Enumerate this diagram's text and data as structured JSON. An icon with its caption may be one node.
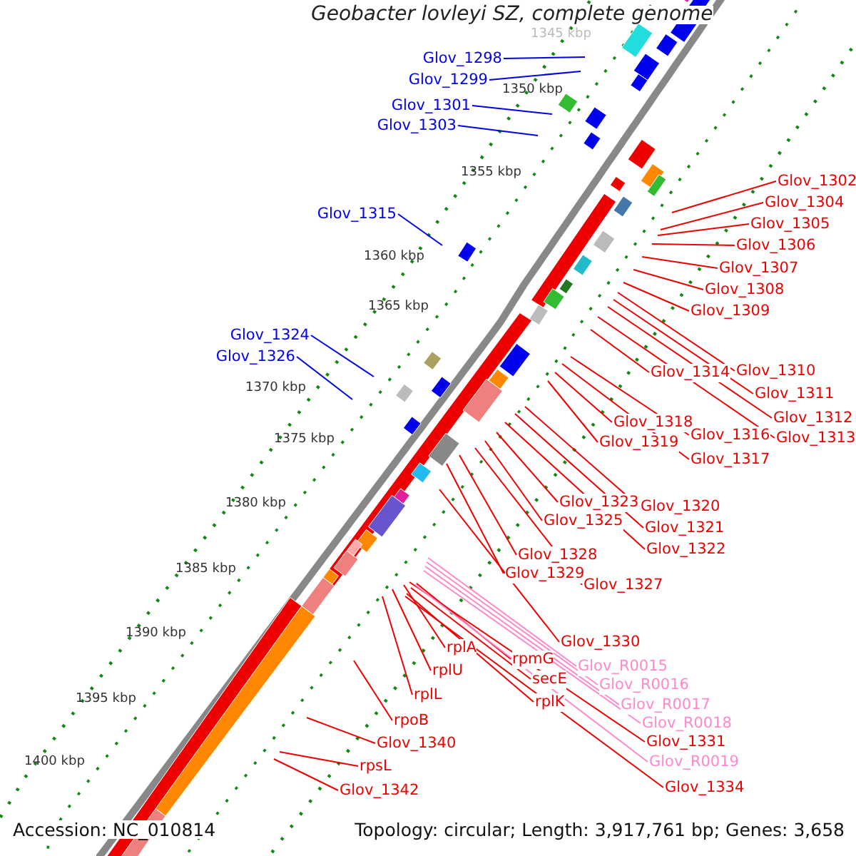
{
  "diagram": {
    "title": "Geobacter lovleyi SZ, complete genome",
    "nodes": [
      {
        "text": [
          "Glov_1298"
        ]
      },
      {
        "text": [
          "Glov_1299"
        ]
      },
      {
        "text": [
          "Glov_1301"
        ]
      },
      {
        "text": [
          "Glov_1303"
        ]
      },
      {
        "text": [
          "Glov_1302"
        ]
      },
      {
        "text": [
          "Glov_1304"
        ]
      },
      {
        "text": [
          "Glov_1315"
        ]
      },
      {
        "text": [
          "Glov_1305"
        ]
      },
      {
        "text": [
          "Glov_1306"
        ]
      },
      {
        "text": [
          "Glov_1307"
        ]
      },
      {
        "text": [
          "Glov_1308"
        ]
      },
      {
        "text": [
          "Glov_1309"
        ]
      },
      {
        "text": [
          "Glov_1324"
        ]
      },
      {
        "text": [
          "Glov_1326"
        ]
      },
      {
        "text": [
          "Glov_1310"
        ]
      },
      {
        "text": [
          "Glov_1314"
        ]
      },
      {
        "text": [
          "Glov_1311"
        ]
      },
      {
        "text": [
          "Glov_1312"
        ]
      },
      {
        "text": [
          "Glov_1318"
        ]
      },
      {
        "text": [
          "Glov_1316"
        ]
      },
      {
        "text": [
          "Glov_1313"
        ]
      },
      {
        "text": [
          "Glov_1319"
        ]
      },
      {
        "text": [
          "Glov_1317"
        ]
      },
      {
        "text": [
          "Glov_1323"
        ]
      },
      {
        "text": [
          "Glov_1320"
        ]
      },
      {
        "text": [
          "Glov_1325"
        ]
      },
      {
        "text": [
          "Glov_1321"
        ]
      },
      {
        "text": [
          "Glov_1322"
        ]
      },
      {
        "text": [
          "Glov_1328"
        ]
      },
      {
        "text": [
          "Glov_1329"
        ]
      },
      {
        "text": [
          "Glov_1327"
        ]
      },
      {
        "text": [
          "Glov_1330"
        ]
      },
      {
        "text": [
          "rplA"
        ]
      },
      {
        "text": [
          "rpmG"
        ]
      },
      {
        "text": [
          "Glov_R0015"
        ]
      },
      {
        "text": [
          "rplU"
        ]
      },
      {
        "text": [
          "secE"
        ]
      },
      {
        "text": [
          "Glov_R0016"
        ]
      },
      {
        "text": [
          "rplL"
        ]
      },
      {
        "text": [
          "rplK"
        ]
      },
      {
        "text": [
          "Glov_R0017"
        ]
      },
      {
        "text": [
          "rpoB"
        ]
      },
      {
        "text": [
          "Glov_R0018"
        ]
      },
      {
        "text": [
          "Glov_1331"
        ]
      },
      {
        "text": [
          "Glov_1340"
        ]
      },
      {
        "text": [
          "Glov_R0019"
        ]
      },
      {
        "text": [
          "rpsL"
        ]
      },
      {
        "text": [
          "Glov_1334"
        ]
      },
      {
        "text": [
          "Glov_1342"
        ]
      }
    ],
    "edges": [
      {
        "from": 0,
        "to": null,
        "arrow": "none",
        "color": "#0000ee"
      },
      {
        "from": 1,
        "to": null,
        "arrow": "none",
        "color": "#0000ee"
      },
      {
        "from": 2,
        "to": null,
        "arrow": "none",
        "color": "#0000ee"
      },
      {
        "from": 3,
        "to": null,
        "arrow": "none",
        "color": "#0000ee"
      },
      {
        "from": 4,
        "to": null,
        "arrow": "none"
      },
      {
        "from": 5,
        "to": null,
        "arrow": "none"
      },
      {
        "from": 6,
        "to": null,
        "arrow": "none",
        "color": "#0000ee"
      },
      {
        "from": 7,
        "to": null,
        "arrow": "none"
      },
      {
        "from": 8,
        "to": null,
        "arrow": "none"
      },
      {
        "from": 9,
        "to": null,
        "arrow": "none"
      },
      {
        "from": 10,
        "to": null,
        "arrow": "none"
      },
      {
        "from": 11,
        "to": null,
        "arrow": "none"
      },
      {
        "from": 12,
        "to": null,
        "arrow": "none",
        "color": "#0000ee"
      },
      {
        "from": 13,
        "to": null,
        "arrow": "none",
        "color": "#0000ee"
      },
      {
        "from": 14,
        "to": null,
        "arrow": "none"
      },
      {
        "from": 15,
        "to": null,
        "arrow": "none"
      },
      {
        "from": 16,
        "to": null,
        "arrow": "none"
      },
      {
        "from": 17,
        "to": null,
        "arrow": "none"
      },
      {
        "from": 18,
        "to": null,
        "arrow": "none"
      },
      {
        "from": 19,
        "to": null,
        "arrow": "none"
      },
      {
        "from": 20,
        "to": null,
        "arrow": "none"
      },
      {
        "from": 21,
        "to": null,
        "arrow": "none"
      },
      {
        "from": 22,
        "to": null,
        "arrow": "none"
      },
      {
        "from": 23,
        "to": null,
        "arrow": "none"
      },
      {
        "from": 24,
        "to": null,
        "arrow": "none"
      },
      {
        "from": 25,
        "to": null,
        "arrow": "none"
      },
      {
        "from": 26,
        "to": null,
        "arrow": "none"
      },
      {
        "from": 27,
        "to": null,
        "arrow": "none"
      },
      {
        "from": 28,
        "to": null,
        "arrow": "none"
      },
      {
        "from": 29,
        "to": null,
        "arrow": "none"
      },
      {
        "from": 30,
        "to": null,
        "arrow": "none"
      },
      {
        "from": 31,
        "to": null,
        "arrow": "none"
      },
      {
        "from": 32,
        "to": null,
        "arrow": "none"
      },
      {
        "from": 33,
        "to": null,
        "arrow": "none"
      },
      {
        "from": 34,
        "to": null,
        "arrow": "none",
        "color": "#ff88cc"
      },
      {
        "from": 35,
        "to": null,
        "arrow": "none"
      },
      {
        "from": 36,
        "to": null,
        "arrow": "none"
      },
      {
        "from": 37,
        "to": null,
        "arrow": "none",
        "color": "#ff88cc"
      },
      {
        "from": 38,
        "to": null,
        "arrow": "none"
      },
      {
        "from": 39,
        "to": null,
        "arrow": "none"
      },
      {
        "from": 40,
        "to": null,
        "arrow": "none",
        "color": "#ff88cc"
      },
      {
        "from": 41,
        "to": null,
        "arrow": "none"
      },
      {
        "from": 42,
        "to": null,
        "arrow": "none",
        "color": "#ff88cc"
      },
      {
        "from": 43,
        "to": null,
        "arrow": "none"
      },
      {
        "from": 44,
        "to": null,
        "arrow": "none"
      },
      {
        "from": 45,
        "to": null,
        "arrow": "none",
        "color": "#ff88cc"
      },
      {
        "from": 46,
        "to": null,
        "arrow": "none"
      },
      {
        "from": 47,
        "to": null,
        "arrow": "none"
      },
      {
        "from": 48,
        "to": null,
        "arrow": "none"
      }
    ],
    "labels": [
      "1345 kbp",
      "1350 kbp",
      "1355 kbp",
      "1360 kbp",
      "1365 kbp",
      "1370 kbp",
      "1375 kbp",
      "1380 kbp",
      "1385 kbp",
      "1390 kbp",
      "1395 kbp",
      "1400 kbp",
      "Accession: NC_010814",
      "Topology: circular; Length: 3,917,761 bp; Genes: 3,658"
    ]
  }
}
